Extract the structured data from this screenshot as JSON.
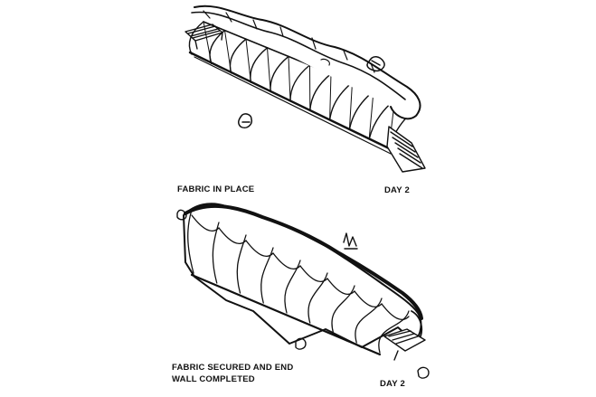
{
  "panels": [
    {
      "caption": "FABRIC IN PLACE",
      "day": "DAY 2"
    },
    {
      "caption_line1": "FABRIC SECURED AND END",
      "caption_line2": "WALL COMPLETED",
      "day": "DAY 2"
    }
  ],
  "colors": {
    "ink": "#111111",
    "paper": "#ffffff"
  }
}
